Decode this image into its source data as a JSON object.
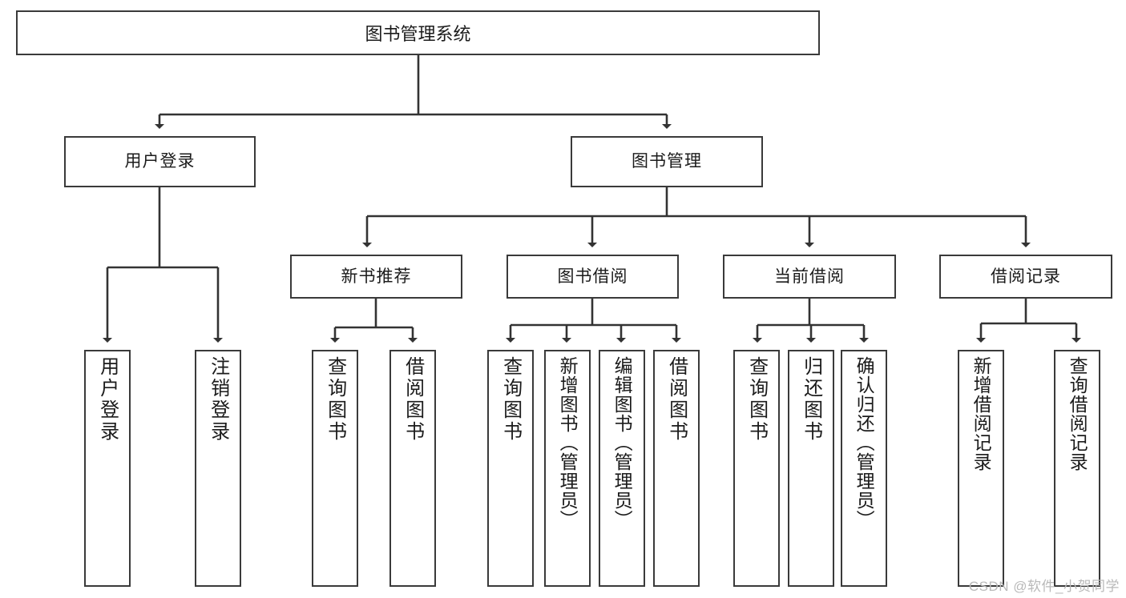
{
  "diagram": {
    "title_label": "图书管理系统",
    "watermark": "CSDN @软件_小贺同学",
    "colors": {
      "box_border": "#3a3a3a",
      "box_fill": "#ffffff",
      "connector": "#333333",
      "text": "#1b1b1b",
      "watermark": "#b9b9b9",
      "background": "#ffffff"
    },
    "level1": [
      {
        "label": "用户登录"
      },
      {
        "label": "图书管理"
      }
    ],
    "level2": [
      {
        "label": "新书推荐"
      },
      {
        "label": "图书借阅"
      },
      {
        "label": "当前借阅"
      },
      {
        "label": "借阅记录"
      }
    ],
    "leaves": {
      "user_login": [
        {
          "label": "用户登录"
        },
        {
          "label": "注销登录"
        }
      ],
      "new_book": [
        {
          "label": "查询图书"
        },
        {
          "label": "借阅图书"
        }
      ],
      "book_borrow": [
        {
          "label": "查询图书"
        },
        {
          "label": "新增图书（管理员）"
        },
        {
          "label": "编辑图书（管理员）"
        },
        {
          "label": "借阅图书"
        }
      ],
      "current_borrow": [
        {
          "label": "查询图书"
        },
        {
          "label": "归还图书"
        },
        {
          "label": "确认归还（管理员）"
        }
      ],
      "borrow_record": [
        {
          "label": "新增借阅记录"
        },
        {
          "label": "查询借阅记录"
        }
      ]
    }
  }
}
